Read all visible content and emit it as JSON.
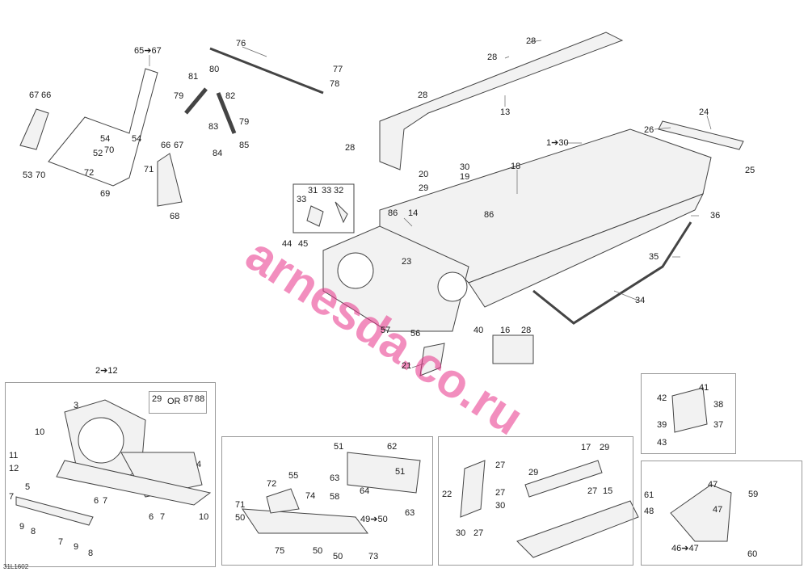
{
  "diagram": {
    "code": "31L1602",
    "watermark": "arnesda.co.ru",
    "colors": {
      "line": "#444444",
      "fill": "#f2f2f2",
      "watermark": "#e8338a",
      "box": "#9a9a9a"
    },
    "callouts": [
      "65➔67",
      "76",
      "77",
      "78",
      "81",
      "80",
      "79",
      "82",
      "83",
      "79",
      "84",
      "85",
      "67",
      "66",
      "54",
      "54",
      "52",
      "70",
      "72",
      "53",
      "70",
      "69",
      "71",
      "66",
      "67",
      "68",
      "28",
      "28",
      "28",
      "13",
      "28",
      "24",
      "26",
      "25",
      "1➔30",
      "20",
      "29",
      "30",
      "19",
      "18",
      "31",
      "33",
      "32",
      "33",
      "86",
      "14",
      "86",
      "44",
      "45",
      "23",
      "36",
      "35",
      "34",
      "57",
      "56",
      "40",
      "16",
      "28",
      "21",
      "2➔12",
      "29",
      "OR",
      "87",
      "88",
      "3",
      "10",
      "11",
      "12",
      "4",
      "5",
      "7",
      "6",
      "7",
      "9",
      "8",
      "7",
      "9",
      "8",
      "6",
      "7",
      "10",
      "51",
      "62",
      "63",
      "51",
      "64",
      "63",
      "72",
      "55",
      "71",
      "74",
      "58",
      "50",
      "49➔50",
      "75",
      "50",
      "50",
      "73",
      "17",
      "29",
      "27",
      "22",
      "27",
      "29",
      "30",
      "27",
      "15",
      "30",
      "27",
      "41",
      "42",
      "38",
      "39",
      "37",
      "43",
      "47",
      "61",
      "59",
      "48",
      "47",
      "46➔47",
      "60"
    ]
  }
}
